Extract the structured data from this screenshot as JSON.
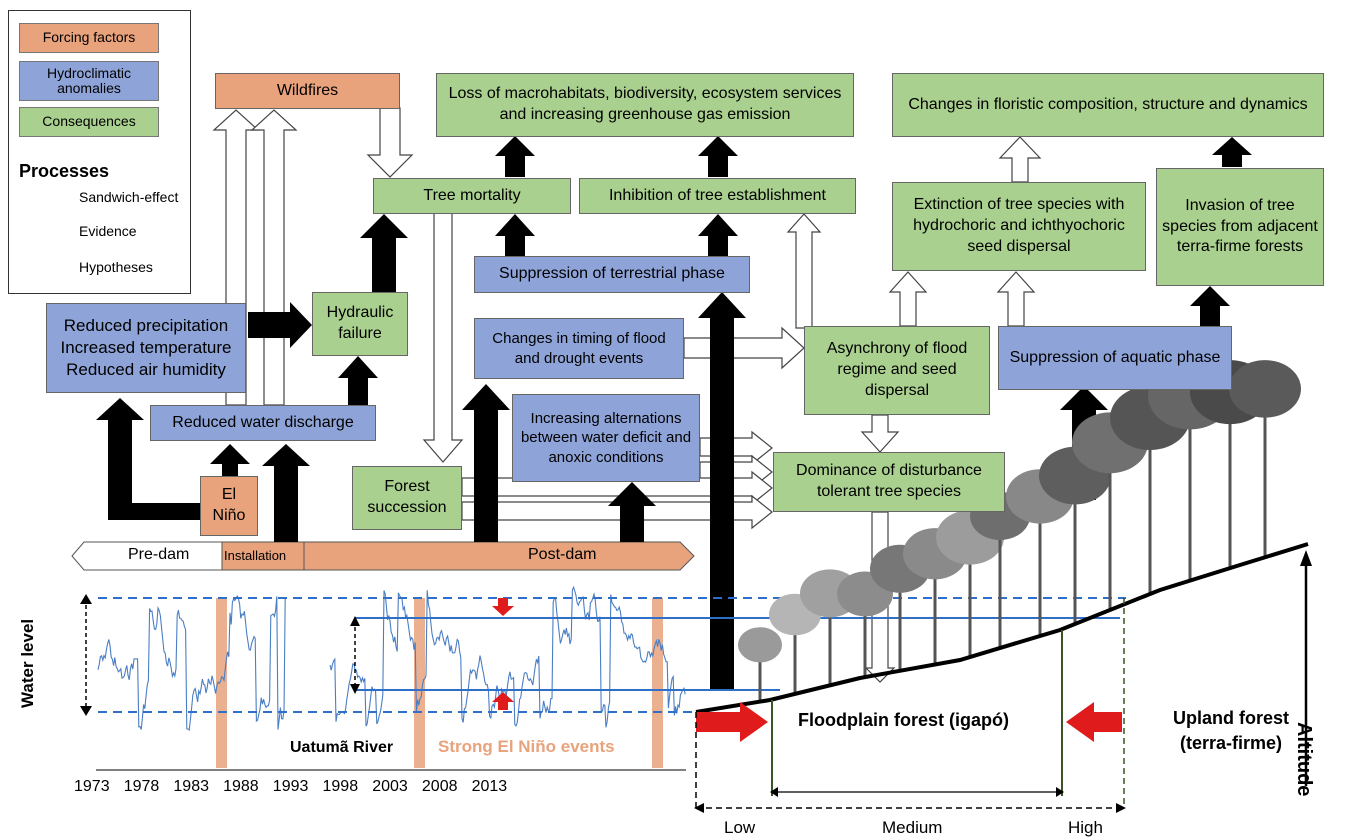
{
  "legend": {
    "forcing": "Forcing factors",
    "anomalies": "Hydroclimatic anomalies",
    "consequences": "Consequences",
    "processes_title": "Processes",
    "sandwich": "Sandwich-effect",
    "evidence": "Evidence",
    "hypotheses": "Hypotheses"
  },
  "boxes": {
    "wildfires": "Wildfires",
    "loss": "Loss of macrohabitats, biodiversity, ecosystem services and increasing greenhouse gas emission",
    "floristic": "Changes in floristic composition, structure and dynamics",
    "tree_mortality": "Tree mortality",
    "inhibition": "Inhibition of tree establishment",
    "extinction": "Extinction of tree species with hydrochoric and ichthyochoric seed dispersal",
    "invasion": "Invasion of tree species from adjacent terra-firme forests",
    "suppression_terrestrial": "Suppression of terrestrial phase",
    "reduced_precip": "Reduced precipitation Increased temperature Reduced air humidity",
    "hydraulic": "Hydraulic failure",
    "changes_timing": "Changes in timing of flood and drought events",
    "asynchrony": "Asynchrony of flood regime and seed dispersal",
    "suppression_aquatic": "Suppression of aquatic phase",
    "reduced_discharge": "Reduced water discharge",
    "alternations": "Increasing alternations between water deficit and anoxic conditions",
    "dominance": "Dominance of disturbance tolerant tree species",
    "forest_succession": "Forest succession",
    "el_nino": "El Niño"
  },
  "timeline": {
    "pre_dam": "Pre-dam",
    "installation": "Installation",
    "post_dam": "Post-dam"
  },
  "plot": {
    "ylabel": "Water level",
    "river": "Uatumã River",
    "el_nino_label": "Strong El Niño events",
    "years": [
      "1973",
      "1978",
      "1983",
      "1988",
      "1993",
      "1998",
      "2003",
      "2008",
      "2013"
    ]
  },
  "profile": {
    "floodplain": "Floodplain forest (igapó)",
    "upland": "Upland forest (terra-firme)",
    "altitude": "Altitude",
    "low": "Low",
    "medium": "Medium",
    "high": "High"
  },
  "colors": {
    "forcing": "#e8a27c",
    "anomalies": "#8ea3d8",
    "consequences": "#a9d08e",
    "series": "#4a7ec4",
    "el_nino_bar": "#e8a27c",
    "sandwich_arrow": "#e01b1b"
  }
}
